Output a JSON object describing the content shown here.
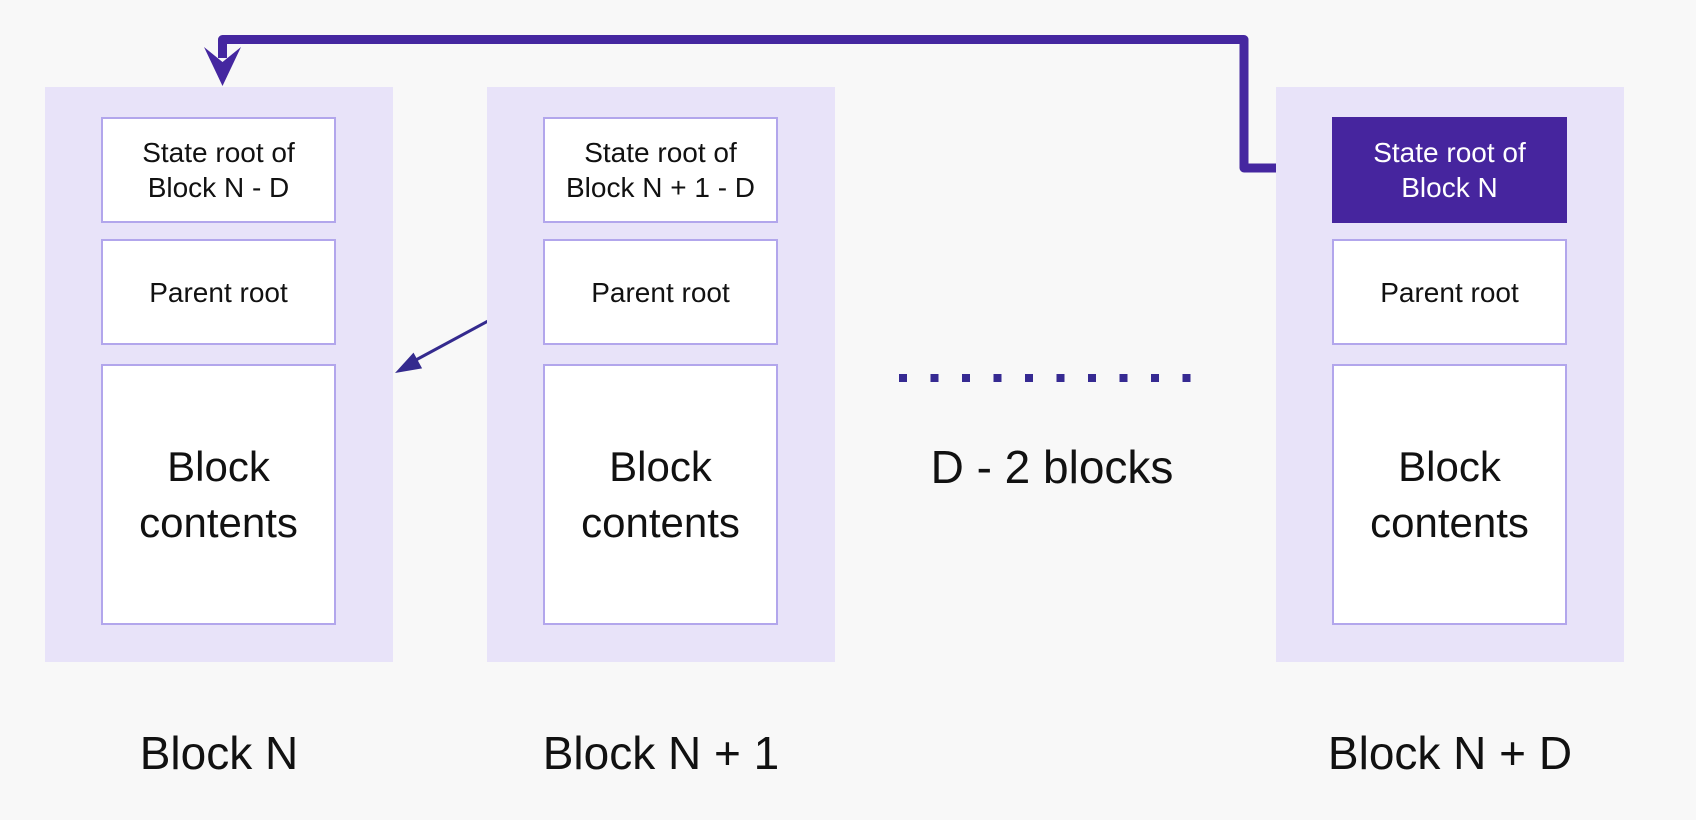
{
  "diagram": {
    "blocks": [
      {
        "caption": "Block N",
        "state_root": "State root of\nBlock N - D",
        "parent_root": "Parent root",
        "contents": "Block\ncontents",
        "state_root_highlighted": false
      },
      {
        "caption": "Block N + 1",
        "state_root": "State root of\nBlock N + 1 - D",
        "parent_root": "Parent root",
        "contents": "Block\ncontents",
        "state_root_highlighted": false
      },
      {
        "caption": "Block N + D",
        "state_root": "State root of\nBlock N",
        "parent_root": "Parent root",
        "contents": "Block\ncontents",
        "state_root_highlighted": true
      }
    ],
    "ellipsis_label": "D - 2 blocks",
    "arrows": {
      "state_root_reference": {
        "description": "double-headed elbow arrow linking 'State root of Block N' in Block N + D back to the top of Block N",
        "color": "#4527a0"
      },
      "parent_root_link": {
        "description": "thin arrow from 'Parent root' of Block N + 1 pointing to Block N",
        "color": "#342a8e"
      },
      "ellipsis_dotted_line": {
        "description": "dotted square line between Block N + 1 and Block N + D",
        "color": "#362a92"
      }
    },
    "colors": {
      "background": "#f8f8f8",
      "container_lavender": "#e8e3f9",
      "box_border": "#b2a6ec",
      "highlight_purple": "#46259e",
      "arrow_purple": "#4527a0",
      "thin_arrow_purple": "#342a8e",
      "text": "#111111",
      "highlight_text": "#ffffff"
    }
  }
}
